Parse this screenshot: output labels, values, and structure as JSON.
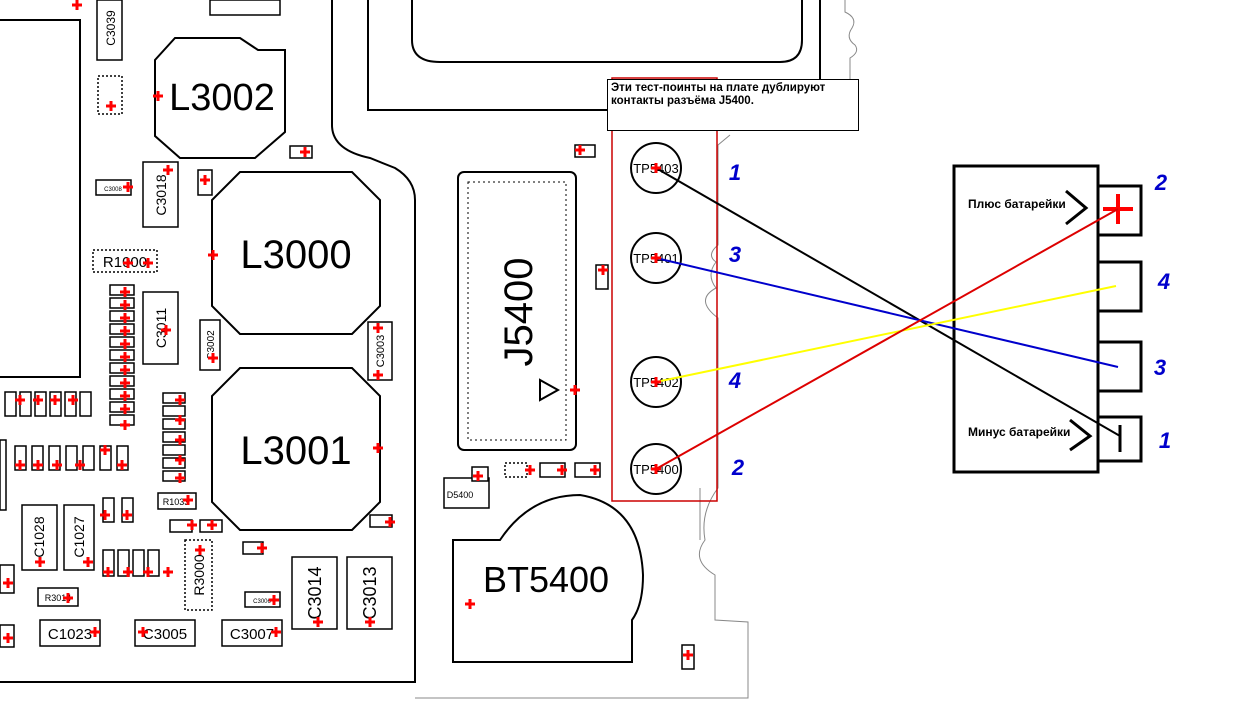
{
  "note": {
    "text": "Эти тест-поинты на плате дублируют контакты разъёма J5400."
  },
  "connector_label": "J5400",
  "battery_label": "BT5400",
  "inductors": {
    "l3002": "L3002",
    "l3000": "L3000",
    "l3001": "L3001"
  },
  "test_points": {
    "tp1": {
      "label": "TP5403",
      "number": "1"
    },
    "tp3": {
      "label": "TP5401",
      "number": "3"
    },
    "tp4": {
      "label": "TP5402",
      "number": "4"
    },
    "tp2": {
      "label": "TP5400",
      "number": "2"
    }
  },
  "battery_pins": {
    "plus_label": "Плюс батарейки",
    "minus_label": "Минус батарейки",
    "pin_plus": "2",
    "pin_4": "4",
    "pin_3": "3",
    "pin_minus": "1"
  },
  "components": {
    "c3039": "C3039",
    "c3018": "C3018",
    "c3011": "C3011",
    "c3002": "C3002",
    "c3003": "C3003",
    "r1000": "R1000",
    "c1028": "C1028",
    "c1027": "C1027",
    "r3000": "R3000",
    "r1033": "R1033",
    "r3014": "R3014",
    "c3014": "C3014",
    "c3013": "C3013",
    "c1023": "C1023",
    "c3005": "C3005",
    "c3007": "C3007",
    "d5400": "D5400",
    "c3008": "C3008",
    "c3006": "C3006"
  },
  "colors": {
    "tp1_wire": "#000000",
    "tp3_wire": "#0000cc",
    "tp4_wire": "#ffff00",
    "tp2_wire": "#dd0000",
    "number_blue": "#0000cc",
    "marker_red": "#ff0000",
    "frame_red": "#cc0000"
  }
}
